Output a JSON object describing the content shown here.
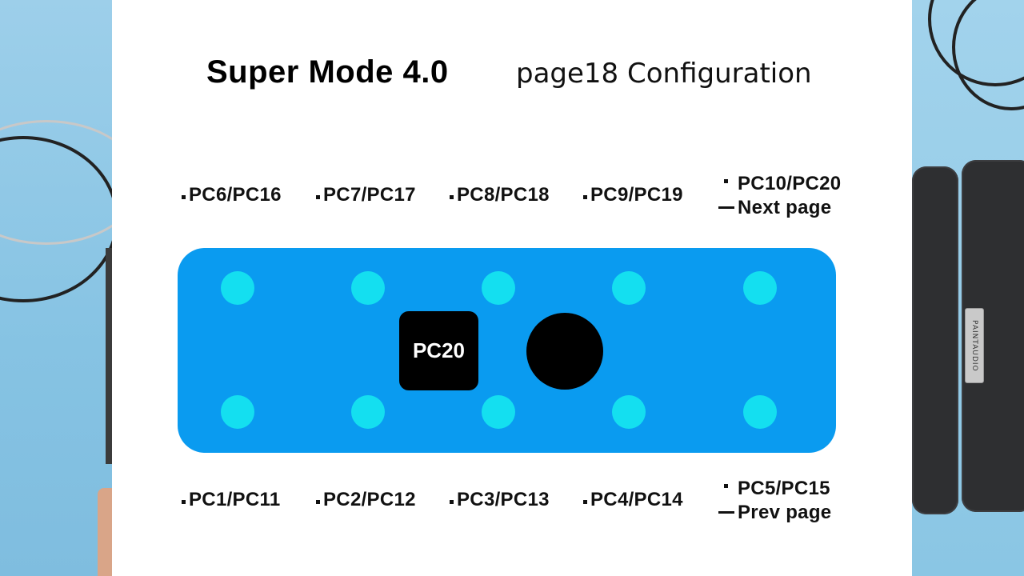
{
  "header": {
    "title": "Super Mode 4.0",
    "subtitle": "page18 Configuration"
  },
  "top_labels": [
    {
      "text": "PC6/PC16"
    },
    {
      "text": "PC7/PC17"
    },
    {
      "text": "PC8/PC18"
    },
    {
      "text": "PC9/PC19"
    },
    {
      "text": "PC10/PC20",
      "second_line": "Next page"
    }
  ],
  "bottom_labels": [
    {
      "text": "PC1/PC11"
    },
    {
      "text": "PC2/PC12"
    },
    {
      "text": "PC3/PC13"
    },
    {
      "text": "PC4/PC14"
    },
    {
      "text": "PC5/PC15",
      "second_line": "Prev page"
    }
  ],
  "device": {
    "display_text": "PC20",
    "body_color": "#0a9bf0",
    "led_color": "#14dff0",
    "badge_text": "PAINTAUDIO"
  }
}
